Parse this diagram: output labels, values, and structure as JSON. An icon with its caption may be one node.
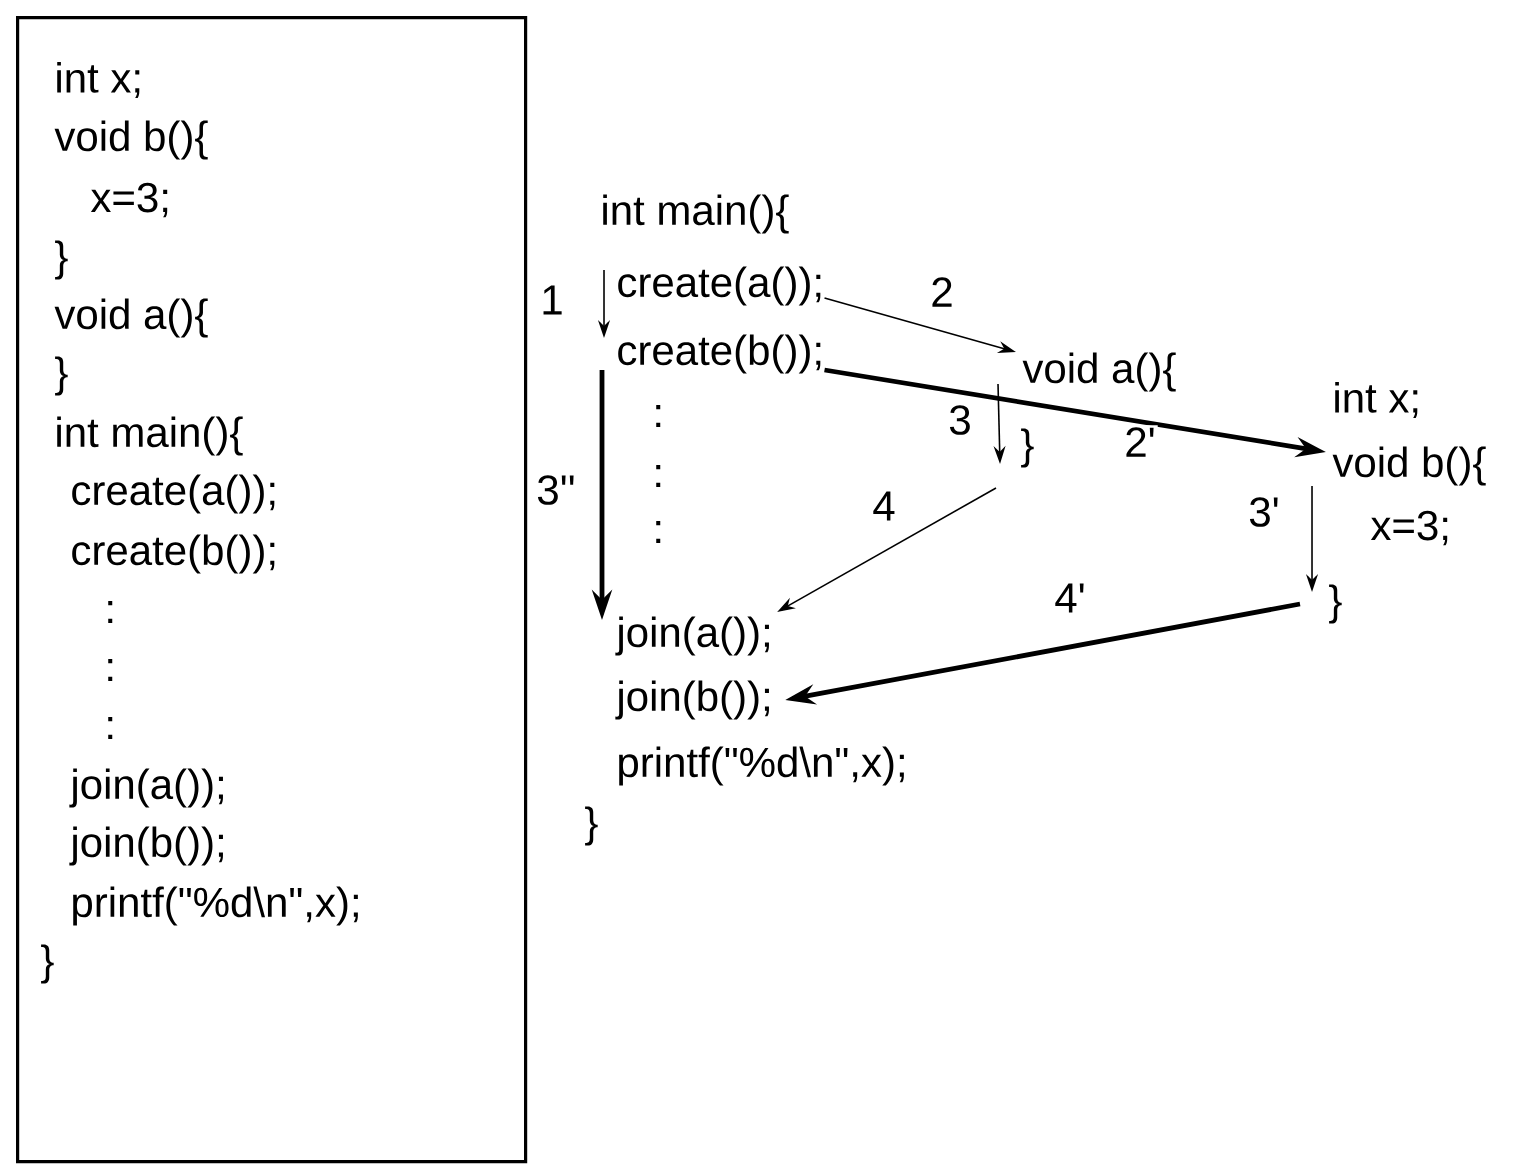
{
  "diagram": {
    "nodes": [
      {
        "text": [
          "int x;",
          "void b(){",
          "x=3;",
          "}",
          "void a(){",
          "}",
          "int main(){",
          "create(a());",
          "create(b());",
          ":",
          ":",
          ":",
          "join(a());",
          "join(b());",
          "printf(\"%d\\n\",x);",
          "}"
        ]
      },
      {
        "text": [
          "int main(){"
        ]
      },
      {
        "text": [
          "create(a());"
        ]
      },
      {
        "text": [
          "create(b());"
        ]
      },
      {
        "text": [
          ":"
        ]
      },
      {
        "text": [
          ":"
        ]
      },
      {
        "text": [
          ":"
        ]
      },
      {
        "text": [
          "join(a());"
        ]
      },
      {
        "text": [
          "join(b());"
        ]
      },
      {
        "text": [
          "printf(\"%d\\n\",x);"
        ]
      },
      {
        "text": [
          "}"
        ]
      },
      {
        "text": [
          "void a(){"
        ]
      },
      {
        "text": [
          "}"
        ]
      },
      {
        "text": [
          "int x;"
        ]
      },
      {
        "text": [
          "void b(){"
        ]
      },
      {
        "text": [
          "x=3;"
        ]
      },
      {
        "text": [
          "}"
        ]
      }
    ],
    "edges": [
      {
        "from": 2,
        "to": 3,
        "arrow": "to",
        "label": "1"
      },
      {
        "from": 2,
        "to": 11,
        "arrow": "to",
        "label": "2"
      },
      {
        "from": 3,
        "to": 14,
        "arrow": "to",
        "label": "2'",
        "style": "thick"
      },
      {
        "from": 11,
        "to": 12,
        "arrow": "to",
        "label": "3"
      },
      {
        "from": 14,
        "to": 16,
        "arrow": "to",
        "label": "3'"
      },
      {
        "from": 3,
        "to": 7,
        "arrow": "to",
        "label": "3''",
        "style": "thick"
      },
      {
        "from": 12,
        "to": 7,
        "arrow": "to",
        "label": "4"
      },
      {
        "from": 16,
        "to": 8,
        "arrow": "to",
        "label": "4'",
        "style": "thick"
      }
    ]
  }
}
